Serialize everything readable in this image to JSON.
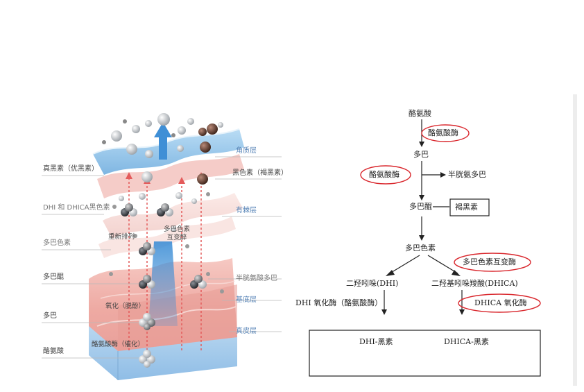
{
  "left_diagram": {
    "left_labels": [
      "真黑素（优黑素）",
      "DHI 和 DHICA黑色素",
      "多巴色素",
      "多巴醌",
      "多巴",
      "酪氨酸"
    ],
    "right_labels": [
      "角质层",
      "黑色素（褐黑素）",
      "有棘层",
      "半胱氨酸多巴",
      "基底层",
      "真皮层"
    ],
    "inside_labels": [
      "重新排列",
      "多巴色素\n互变醉",
      "氧化（脱酚）",
      "酪氨酸酶（催化）"
    ]
  },
  "flowchart": {
    "tyrosine": "酪氨酸",
    "enzyme_1": "酪氨酸酶",
    "dopa": "多巴",
    "enzyme_2": "酪氨酸酶",
    "cysteinyldopa": "半胱氨多巴",
    "dopaquinone": "多巴醌",
    "pheomelanin": "褐黑素",
    "dopachrome": "多巴色素",
    "tautomerase": "多巴色素互变酶",
    "dhi": "二羟吲哚(DHI)",
    "dhica": "二羟基吲哚羧酸(DHICA)",
    "dhi_oxidase": "DHI 氧化酶（酪氨酸酶）",
    "dhica_oxidase": "DHICA 氧化酶",
    "dhi_melanin": "DHI-黑素",
    "dhica_melanin": "DHICA-黑素"
  },
  "colors": {
    "stratum_corneum": "#8fc3e8",
    "spinous": "#f6dcd9",
    "basal": "#f0b8b2",
    "dermis": "#9ec6ea",
    "highlight_red": "#d9262c"
  }
}
